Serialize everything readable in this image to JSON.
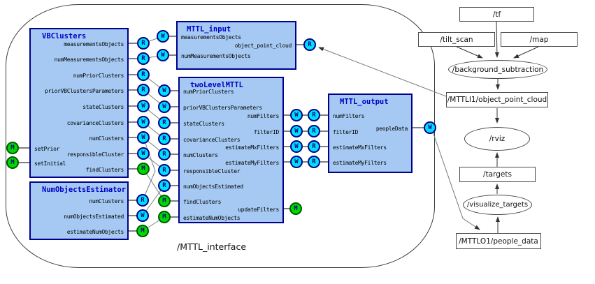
{
  "diagram_title": "/MTTL_interface",
  "port_letters": {
    "read": "R",
    "write": "W",
    "method": "M"
  },
  "nodes": {
    "vbclusters": {
      "title": "VBClusters",
      "right_ports": [
        "measurementsObjects",
        "numMeasurementsObjects",
        "numPriorClusters",
        "priorVBClustersParameters",
        "stateClusters",
        "covarianceClusters",
        "numClusters",
        "responsibleCluster",
        "findClusters"
      ],
      "left_ports": [
        "setPrior",
        "setInitial"
      ]
    },
    "mttl_input": {
      "title": "MTTL_input",
      "left_ports": [
        "measurementsObjects",
        "numMeasurementsObjects"
      ],
      "right_ports": [
        "object_point_cloud"
      ]
    },
    "two_level_mttl": {
      "title": "twoLevelMTTL",
      "left_ports": [
        "numPriorClusters",
        "priorVBClustersParameters",
        "stateClusters",
        "covarianceClusters",
        "numClusters",
        "responsibleCluster",
        "numObjectsEstimated",
        "findClusters",
        "estimateNumObjects"
      ],
      "right_ports": [
        "numFilters",
        "filterID",
        "estimateMxFilters",
        "estimateMyFilters",
        "updateFilters"
      ]
    },
    "num_objects_estimator": {
      "title": "NumObjectsEstimator",
      "right_ports": [
        "numClusters",
        "numObjectsEstimated",
        "estimateNumObjects"
      ]
    },
    "mttl_output": {
      "title": "MTTL_output",
      "left_ports": [
        "numFilters",
        "filterID",
        "estimateMxFilters",
        "estimateMyFilters"
      ],
      "right_ports": [
        "peopleData"
      ]
    }
  },
  "external": {
    "tf": "/tf",
    "tilt_scan": "/tilt_scan",
    "map": "/map",
    "background_subtraction": "/background_subtraction",
    "object_point_cloud": "/MTTLI1/object_point_cloud",
    "rviz": "/rviz",
    "targets": "/targets",
    "visualize_targets": "/visualize_targets",
    "people_data": "/MTTLO1/people_data"
  },
  "colors": {
    "box_fill": "#a5c9f2",
    "box_border": "#00008b",
    "title_text": "#0000c8",
    "read_write_circle": "#00e0f8",
    "method_circle": "#00d900"
  }
}
